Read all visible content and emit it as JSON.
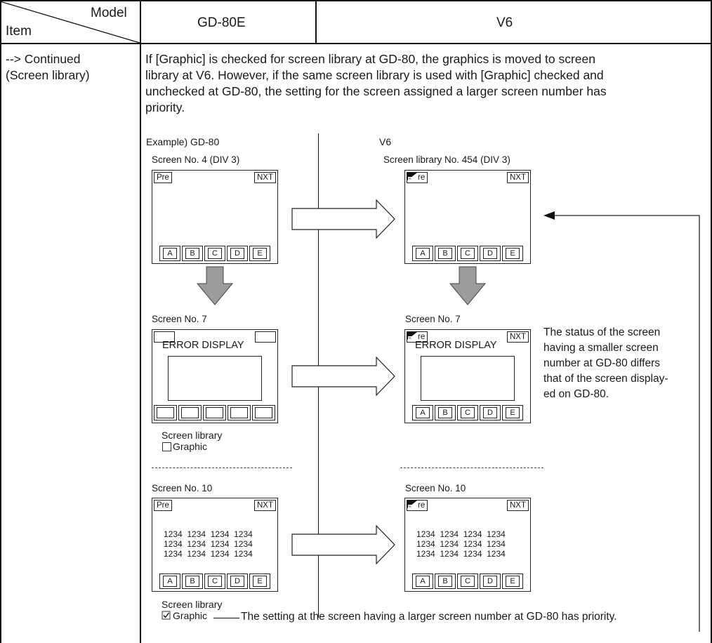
{
  "header": {
    "item_label": "Item",
    "model_label": "Model",
    "gd80e": "GD-80E",
    "v6": "V6"
  },
  "row": {
    "item_line1": "--> Continued",
    "item_line2": "(Screen library)",
    "desc_lines": [
      "If [Graphic] is checked for screen library at GD-80, the graphics is moved to screen",
      "library at V6.  However, if the same screen library is used with [Graphic] checked and",
      "unchecked at GD-80, the setting for the screen assigned a larger screen number has",
      "priority."
    ]
  },
  "diagram": {
    "left_heading": "Example) GD-80",
    "right_heading": "V6",
    "left_screen1_caption": "Screen No. 4 (DIV 3)",
    "right_screen1_caption": "Screen library No. 454 (DIV 3)",
    "left_screen2_caption": "Screen No. 7",
    "right_screen2_caption": "Screen No. 7",
    "left_screen3_caption": "Screen No. 10",
    "right_screen3_caption": "Screen No. 10",
    "pre": "Pre",
    "nxt": "NXT",
    "re": "re",
    "sl_tag": "SL",
    "error_display": "ERROR DISPLAY",
    "keys": [
      "A",
      "B",
      "C",
      "D",
      "E"
    ],
    "numbers_block": "1234  1234  1234  1234\n1234  1234  1234  1234\n1234  1234  1234  1234",
    "library_label_1": "Screen library",
    "graphic_unchecked": "Graphic",
    "library_label_2": "Screen library",
    "graphic_checked": "Graphic",
    "status_note": [
      "The status of the screen",
      "having a smaller screen",
      "number at GD-80 differs",
      "that of the screen display-",
      "ed on GD-80."
    ],
    "priority_note": "The setting at the screen having a larger screen number at GD-80 has priority."
  }
}
